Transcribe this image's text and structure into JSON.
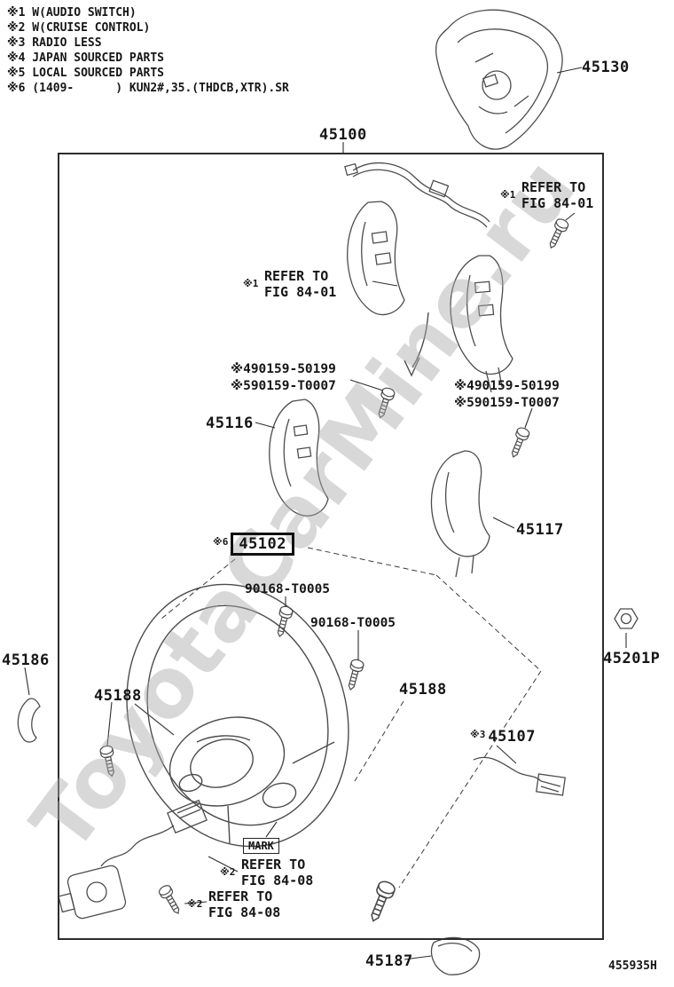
{
  "legend": {
    "items": [
      "※1 W(AUDIO SWITCH)",
      "※2 W(CRUISE CONTROL)",
      "※3 RADIO LESS",
      "※4 JAPAN SOURCED PARTS",
      "※5 LOCAL SOURCED PARTS",
      "※6 (1409-      ) KUN2#,35.(THDCB,XTR).SR"
    ]
  },
  "watermark": "ToyotaCarMine.ru",
  "doc_code": "455935H",
  "parts": {
    "pad": "45130",
    "assembly": "45100",
    "bezel_left": "45116",
    "bezel_right": "45117",
    "wheel": "45102",
    "wheel_prefix": "※6",
    "screw_a": "90168-T0005",
    "screw_b": "90168-T0005",
    "clip": "45186",
    "nut": "45201P",
    "lower_cover_left": "45188",
    "lower_cover_right": "45188",
    "switch": "45107",
    "switch_prefix": "※3",
    "cover": "45187"
  },
  "screw_labels": {
    "line1": "※490159-50199",
    "line2": "※590159-T0007"
  },
  "refer_fig_8401": {
    "prefix": "※1",
    "line1": "REFER TO",
    "line2": "FIG 84-01"
  },
  "refer_fig_8408": {
    "prefix": "※2",
    "line1": "REFER TO",
    "line2": "FIG 84-08"
  },
  "mark_label": "MARK"
}
